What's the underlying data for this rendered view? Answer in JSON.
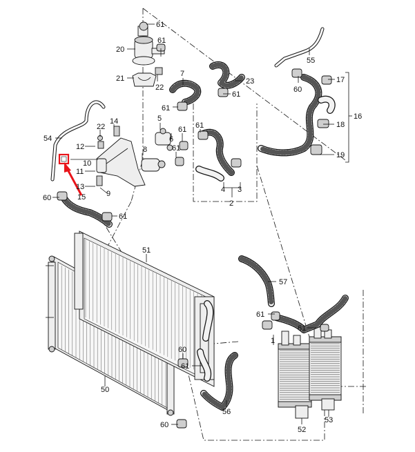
{
  "labels": {
    "l61_top": "61",
    "l20": "20",
    "l61_b": "61",
    "l21": "21",
    "l22_a": "22",
    "l7": "7",
    "l23": "23",
    "l61_c": "61",
    "l61_d": "61",
    "l55": "55",
    "l17": "17",
    "l60_a": "60",
    "l18": "18",
    "l16": "16",
    "l19": "19",
    "l54": "54",
    "l14": "14",
    "l22_b": "22",
    "l12": "12",
    "l11": "11",
    "l10": "10",
    "l13": "13",
    "l9": "9",
    "l15": "15",
    "l60_b": "60",
    "l61_e": "61",
    "l5": "5",
    "l6": "6",
    "l61_f": "61",
    "l8": "8",
    "l61_g": "61",
    "l61_h": "61",
    "l4": "4",
    "l3": "3",
    "l2": "2",
    "l51": "51",
    "l57": "57",
    "l61_i": "61",
    "l61_j": "61",
    "l1": "1",
    "l50": "50",
    "l60_c": "60",
    "l61_k": "61",
    "l56": "56",
    "l60_d": "60",
    "l52": "52",
    "l53": "53"
  },
  "highlight_color": "#e8141a"
}
